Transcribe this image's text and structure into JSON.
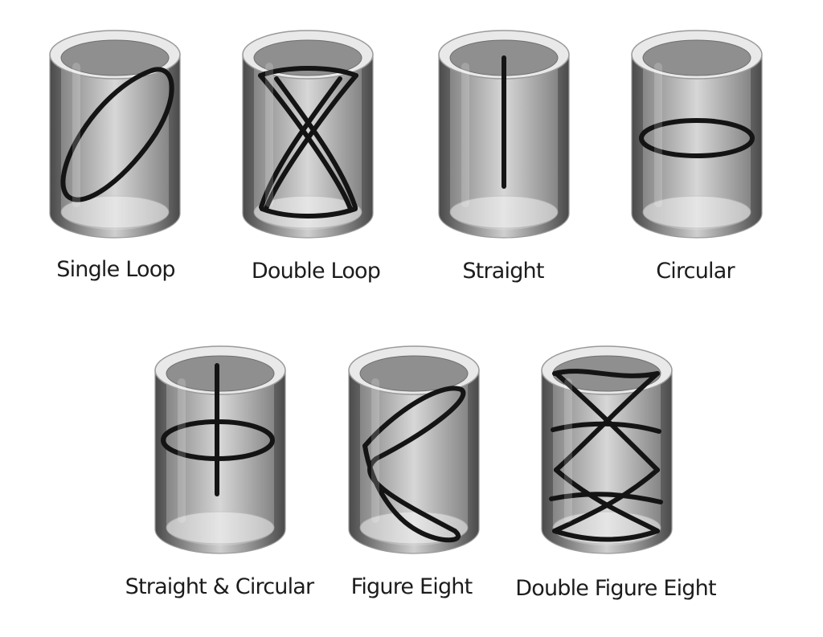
{
  "patterns": [
    {
      "label": "Single Loop"
    },
    {
      "label": "Double Loop"
    },
    {
      "label": "Straight"
    },
    {
      "label": "Circular"
    },
    {
      "label": "Straight & Circular"
    },
    {
      "label": "Figure Eight"
    },
    {
      "label": "Double Figure Eight"
    }
  ],
  "colors": {
    "tube_dark": "#4a4a4a",
    "tube_light": "#d8d8d8",
    "pattern_stroke": "#141414"
  }
}
